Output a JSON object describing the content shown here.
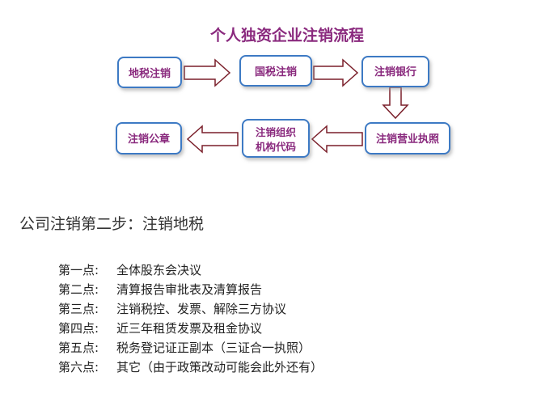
{
  "diagram": {
    "title": "个人独资企业注销流程",
    "colors": {
      "box_border": "#3d7ac4",
      "box_fill": "#ffffff",
      "text": "#8a2a7e",
      "arrow_stroke": "#7a1f2a",
      "arrow_fill": "#ffffff"
    },
    "nodes": [
      {
        "id": "n1",
        "lines": [
          "地税注销"
        ]
      },
      {
        "id": "n2",
        "lines": [
          "国税注销"
        ]
      },
      {
        "id": "n3",
        "lines": [
          "注销银行"
        ]
      },
      {
        "id": "n4",
        "lines": [
          "注销营业执照"
        ]
      },
      {
        "id": "n5",
        "lines": [
          "注销组织",
          "机构代码"
        ]
      },
      {
        "id": "n6",
        "lines": [
          "注销公章"
        ]
      }
    ],
    "edges": [
      {
        "from": "n1",
        "to": "n2"
      },
      {
        "from": "n2",
        "to": "n3"
      },
      {
        "from": "n3",
        "to": "n4"
      },
      {
        "from": "n4",
        "to": "n5"
      },
      {
        "from": "n5",
        "to": "n6"
      }
    ]
  },
  "section": {
    "heading": "公司注销第二步：注销地税",
    "steps": [
      {
        "num": "第一点:",
        "text": "全体股东会决议"
      },
      {
        "num": "第二点:",
        "text": "清算报告审批表及清算报告"
      },
      {
        "num": "第三点:",
        "text": "注销税控、发票、解除三方协议"
      },
      {
        "num": "第四点:",
        "text": "近三年租赁发票及租金协议"
      },
      {
        "num": "第五点:",
        "text": "税务登记证正副本（三证合一执照）"
      },
      {
        "num": "第六点:",
        "text": "其它（由于政策改动可能会此外还有）"
      }
    ]
  }
}
